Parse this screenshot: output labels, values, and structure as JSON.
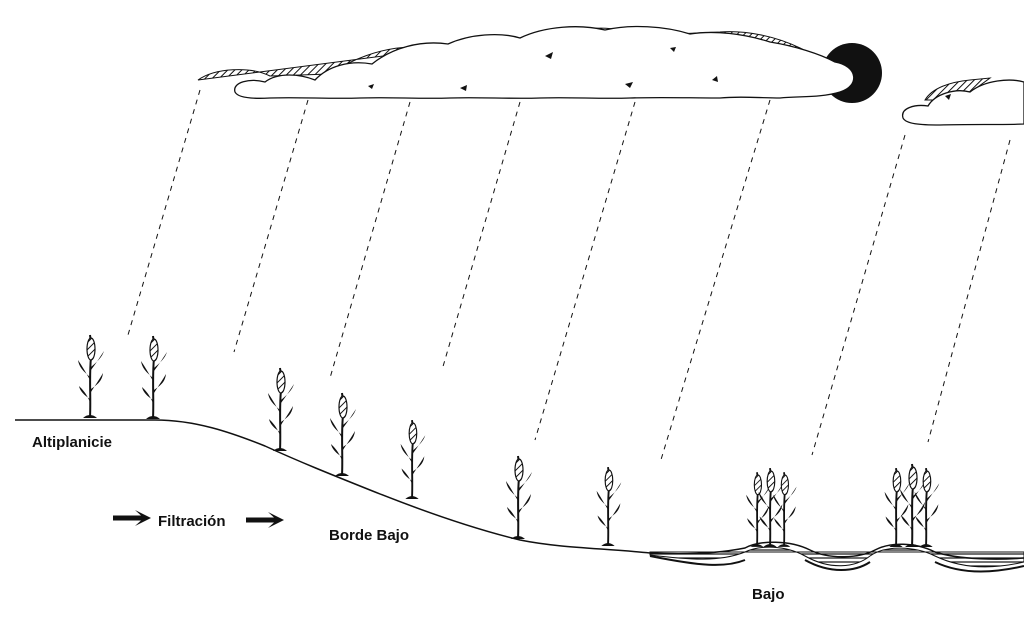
{
  "labels": {
    "altiplanicie": "Altiplanicie",
    "filtracion": "Filtración",
    "borde_bajo": "Borde Bajo",
    "bajo": "Bajo"
  },
  "icons": {
    "flow_arrow": "arrow-right-icon",
    "plant": "maize-plant-icon",
    "sun": "sun-icon",
    "cloud": "cloud-icon"
  },
  "colors": {
    "ink": "#111111",
    "background": "#ffffff"
  }
}
